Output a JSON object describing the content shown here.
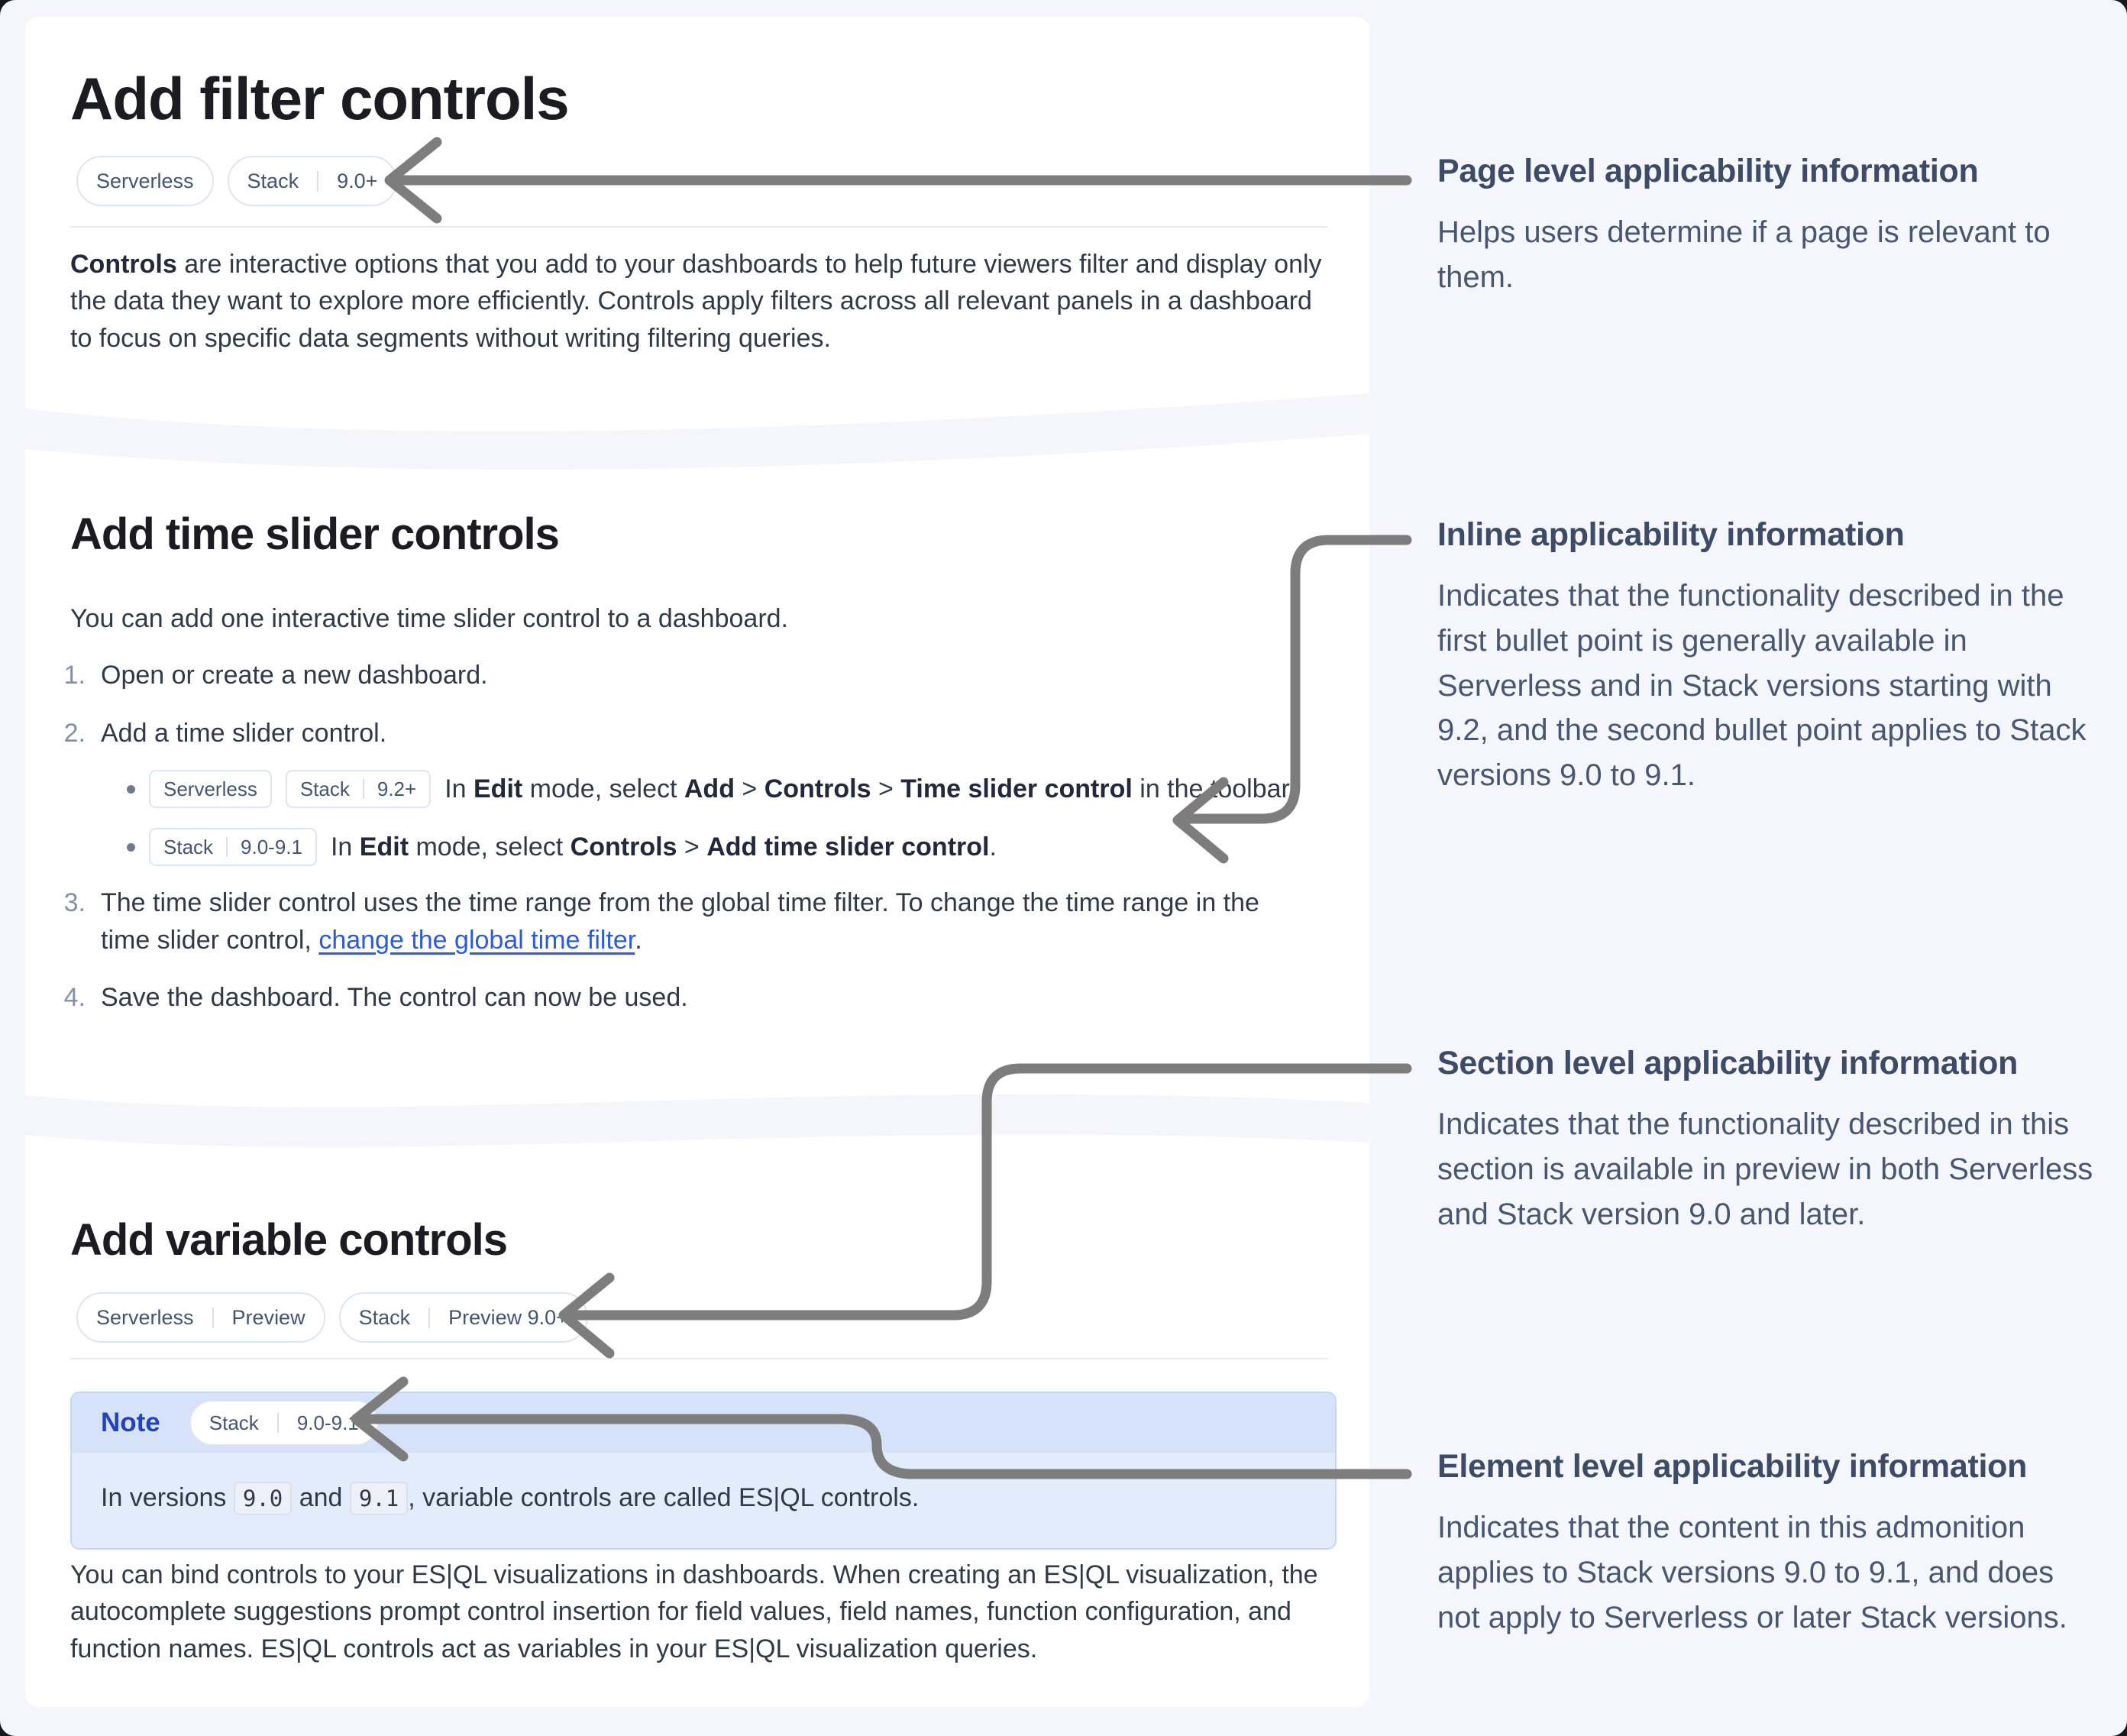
{
  "page": {
    "outer_bg": "#16181d",
    "bg": "#f4f6fb",
    "card_bg": "#ffffff",
    "arrow_color": "#7d7d7d",
    "note_title_color": "#2443b5",
    "link_color": "#2d5bd7"
  },
  "card1": {
    "title": "Add filter controls",
    "badges": [
      [
        "Serverless"
      ],
      [
        "Stack",
        "9.0+"
      ]
    ],
    "paragraph": {
      "bold": "Controls",
      "rest": " are interactive options that you add to your dashboards to help future viewers filter and display only the data they want to explore more efficiently. Controls apply filters across all relevant panels in a dashboard to focus on specific data segments without writing filtering queries."
    }
  },
  "card2": {
    "title": "Add time slider controls",
    "intro": "You can add one interactive time slider control to a dashboard.",
    "step1_num": "1.",
    "step1": "Open or create a new dashboard.",
    "step2_num": "2.",
    "step2": "Add a time slider control.",
    "bullet1": {
      "badges": [
        [
          "Serverless"
        ],
        [
          "Stack",
          "9.2+"
        ]
      ],
      "pre": "In ",
      "b_edit": "Edit",
      "mid1": " mode, select ",
      "b_add": "Add",
      "sep1": " > ",
      "b_controls": "Controls",
      "sep2": " > ",
      "b_tsc": "Time slider control",
      "post": " in the toolbar."
    },
    "bullet2": {
      "badges": [
        [
          "Stack",
          "9.0-9.1"
        ]
      ],
      "pre": "In ",
      "b_edit": "Edit",
      "mid1": " mode, select ",
      "b_controls": "Controls",
      "sep1": " > ",
      "b_atsc": "Add time slider control",
      "post": "."
    },
    "step3_num": "3.",
    "step3": {
      "text": "The time slider control uses the time range from the global time filter. To change the time range in the time slider control, ",
      "link": "change the global time filter",
      "post": "."
    },
    "step4_num": "4.",
    "step4": "Save the dashboard. The control can now be used."
  },
  "card3": {
    "title": "Add variable controls",
    "badges": [
      [
        "Serverless",
        "Preview"
      ],
      [
        "Stack",
        "Preview 9.0+"
      ]
    ],
    "note": {
      "label": "Note",
      "badge": [
        "Stack",
        "9.0-9.1"
      ],
      "pre": "In versions ",
      "code1": "9.0",
      "mid": " and ",
      "code2": "9.1",
      "post": ", variable controls are called ES|QL controls."
    },
    "paragraph": "You can bind controls to your ES|QL visualizations in dashboards. When creating an ES|QL visualization, the autocomplete suggestions prompt control insertion for field values, field names, function configuration, and function names. ES|QL controls act as variables in your ES|QL visualization queries."
  },
  "annotations": {
    "a1": {
      "heading": "Page level applicability information",
      "body": "Helps users determine if a page is relevant to them."
    },
    "a2": {
      "heading": "Inline applicability information",
      "body": "Indicates that the functionality described in the first bullet point is generally available in Serverless and in Stack versions starting with 9.2, and the second bullet point applies to Stack versions 9.0 to 9.1."
    },
    "a3": {
      "heading": "Section level applicability information",
      "body": "Indicates that the functionality described in this section is available in preview in both Serverless and Stack version 9.0 and later."
    },
    "a4": {
      "heading": "Element level applicability information",
      "body": "Indicates that the content in this admonition applies to Stack versions 9.0 to 9.1, and does not apply to Serverless or later Stack versions."
    }
  }
}
